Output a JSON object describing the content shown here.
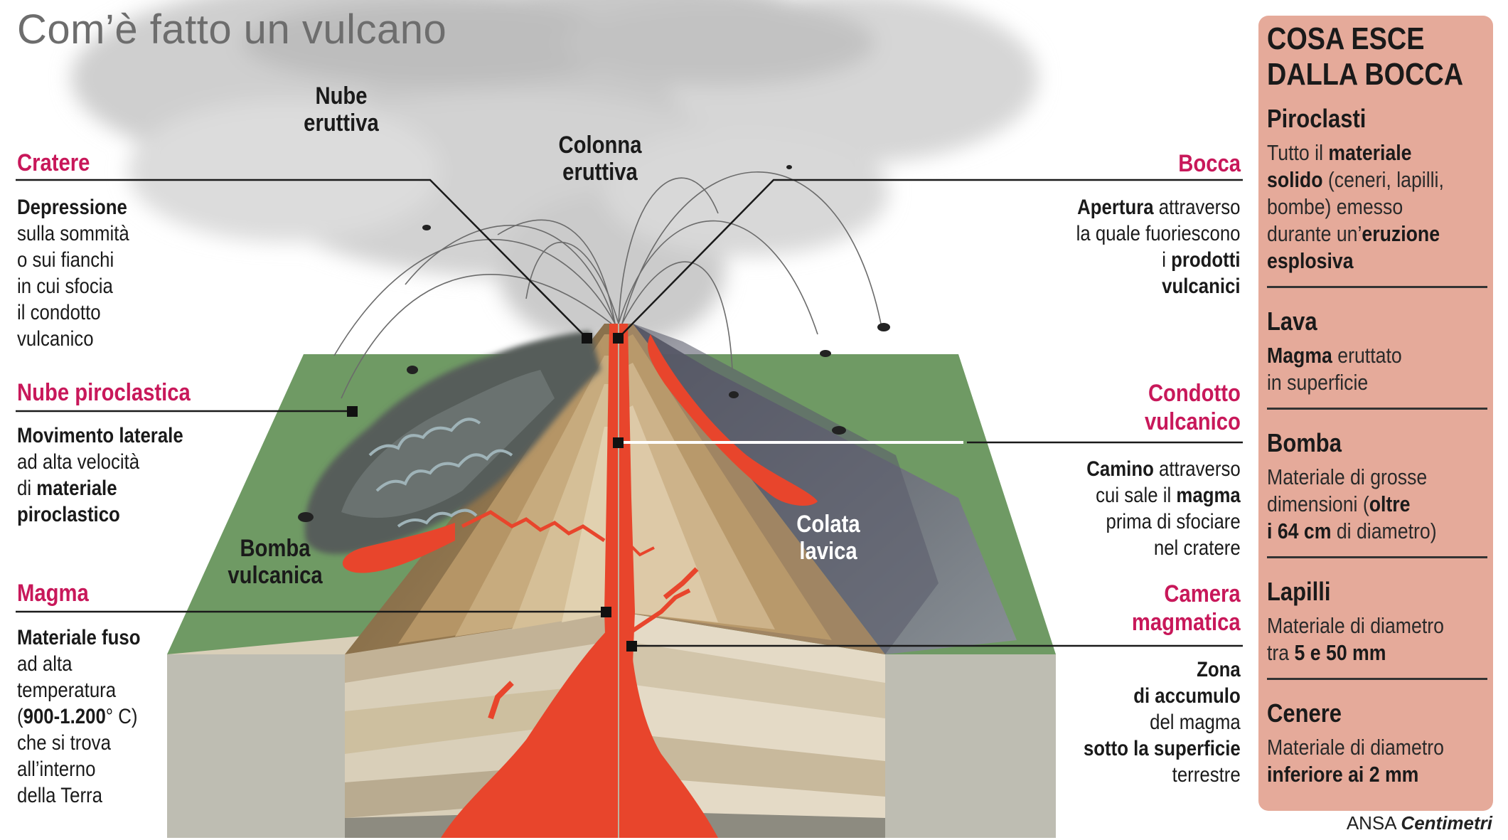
{
  "title": "Com’è fatto un vulcano",
  "labels": {
    "nube_eruttiva": [
      "Nube",
      "eruttiva"
    ],
    "colonna_eruttiva": [
      "Colonna",
      "eruttiva"
    ],
    "bomba_vulcanica": [
      "Bomba",
      "vulcanica"
    ],
    "colata_lavica": [
      "Colata",
      "lavica"
    ]
  },
  "left_callouts": [
    {
      "title": "Cratere",
      "lines": [
        [
          {
            "t": "Depressione",
            "b": true
          }
        ],
        [
          {
            "t": "sulla sommità"
          }
        ],
        [
          {
            "t": "o sui fianchi"
          }
        ],
        [
          {
            "t": "in cui sfocia"
          }
        ],
        [
          {
            "t": "il condotto"
          }
        ],
        [
          {
            "t": "vulcanico"
          }
        ]
      ]
    },
    {
      "title": "Nube piroclastica",
      "lines": [
        [
          {
            "t": "Movimento laterale",
            "b": true
          }
        ],
        [
          {
            "t": "ad alta velocità"
          }
        ],
        [
          {
            "t": "di "
          },
          {
            "t": "materiale",
            "b": true
          }
        ],
        [
          {
            "t": "piroclastico",
            "b": true
          }
        ]
      ]
    },
    {
      "title": "Magma",
      "lines": [
        [
          {
            "t": "Materiale fuso",
            "b": true
          }
        ],
        [
          {
            "t": "ad alta"
          }
        ],
        [
          {
            "t": "temperatura"
          }
        ],
        [
          {
            "t": "("
          },
          {
            "t": "900-1.200",
            "b": true
          },
          {
            "t": "° C)"
          }
        ],
        [
          {
            "t": "che si trova"
          }
        ],
        [
          {
            "t": "all’interno"
          }
        ],
        [
          {
            "t": "della Terra"
          }
        ]
      ]
    }
  ],
  "right_callouts": [
    {
      "title": [
        "Bocca"
      ],
      "lines": [
        [
          {
            "t": "Apertura",
            "b": true
          },
          {
            "t": " attraverso"
          }
        ],
        [
          {
            "t": "la quale fuoriescono"
          }
        ],
        [
          {
            "t": "i "
          },
          {
            "t": "prodotti",
            "b": true
          }
        ],
        [
          {
            "t": "vulcanici",
            "b": true
          }
        ]
      ]
    },
    {
      "title": [
        "Condotto",
        "vulcanico"
      ],
      "lines": [
        [
          {
            "t": "Camino",
            "b": true
          },
          {
            "t": " attraverso"
          }
        ],
        [
          {
            "t": "cui sale il "
          },
          {
            "t": "magma",
            "b": true
          }
        ],
        [
          {
            "t": "prima di sfociare"
          }
        ],
        [
          {
            "t": "nel cratere"
          }
        ]
      ]
    },
    {
      "title": [
        "Camera",
        "magmatica"
      ],
      "lines": [
        [
          {
            "t": "Zona",
            "b": true
          }
        ],
        [
          {
            "t": "di accumulo",
            "b": true
          }
        ],
        [
          {
            "t": "del magma"
          }
        ],
        [
          {
            "t": "sotto la superficie",
            "b": true
          }
        ],
        [
          {
            "t": "terrestre"
          }
        ]
      ]
    }
  ],
  "panel": {
    "title": [
      "COSA ESCE",
      "DALLA BOCCA"
    ],
    "sections": [
      {
        "heading": "Piroclasti",
        "lines": [
          [
            {
              "t": "Tutto il "
            },
            {
              "t": "materiale",
              "b": true
            }
          ],
          [
            {
              "t": "solido",
              "b": true
            },
            {
              "t": " (ceneri, lapilli,"
            }
          ],
          [
            {
              "t": "bombe) emesso"
            }
          ],
          [
            {
              "t": "durante un’"
            },
            {
              "t": "eruzione",
              "b": true
            }
          ],
          [
            {
              "t": "esplosiva",
              "b": true
            }
          ]
        ]
      },
      {
        "heading": "Lava",
        "lines": [
          [
            {
              "t": "Magma",
              "b": true
            },
            {
              "t": " eruttato"
            }
          ],
          [
            {
              "t": "in superficie"
            }
          ]
        ]
      },
      {
        "heading": "Bomba",
        "lines": [
          [
            {
              "t": "Materiale di grosse"
            }
          ],
          [
            {
              "t": "dimensioni ("
            },
            {
              "t": "oltre",
              "b": true
            }
          ],
          [
            {
              "t": "i 64 cm",
              "b": true
            },
            {
              "t": " di diametro)"
            }
          ]
        ]
      },
      {
        "heading": "Lapilli",
        "lines": [
          [
            {
              "t": "Materiale di diametro"
            }
          ],
          [
            {
              "t": "tra "
            },
            {
              "t": "5 e 50 mm",
              "b": true
            }
          ]
        ]
      },
      {
        "heading": "Cenere",
        "lines": [
          [
            {
              "t": "Materiale di diametro"
            }
          ],
          [
            {
              "t": "inferiore ai 2 mm",
              "b": true
            }
          ]
        ]
      }
    ]
  },
  "credit": {
    "agency": "ANSA",
    "brand": "Centimetri"
  },
  "colors": {
    "accent": "#c8185a",
    "panel": "#e5aa9a",
    "lava": "#e8452c",
    "grass": "#6f9a64",
    "ash_cloud": "#cfcfcf",
    "smoke": "#4e5552"
  }
}
